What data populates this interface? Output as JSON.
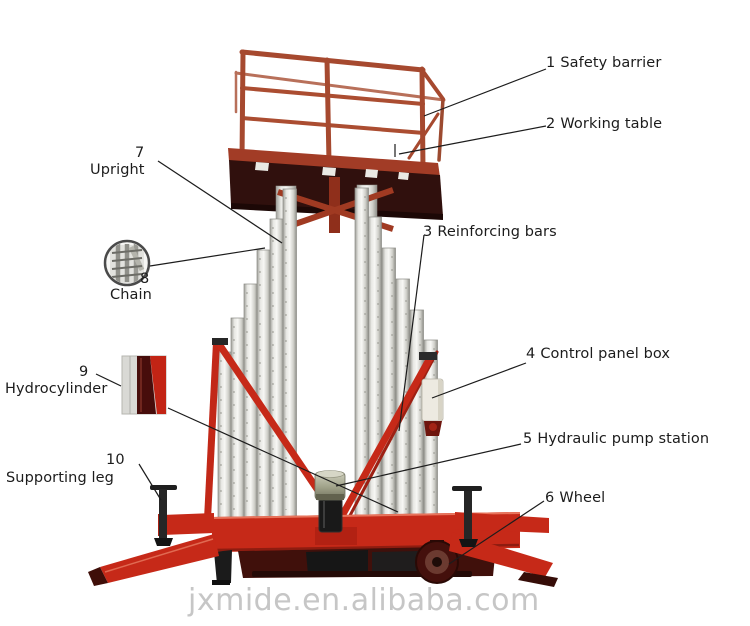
{
  "figure": {
    "type": "labeled-product-diagram",
    "subject": "double-mast aluminum aerial work platform (hydraulic lift)"
  },
  "callouts": [
    {
      "num": "1",
      "label": "Safety barrier"
    },
    {
      "num": "2",
      "label": "Working table"
    },
    {
      "num": "3",
      "label": "Reinforcing bars"
    },
    {
      "num": "4",
      "label": "Control panel box"
    },
    {
      "num": "5",
      "label": "Hydraulic pump station"
    },
    {
      "num": "6",
      "label": "Wheel"
    },
    {
      "num": "7",
      "label": "Upright"
    },
    {
      "num": "8",
      "label": "Chain"
    },
    {
      "num": "9",
      "label": "Hydrocylinder"
    },
    {
      "num": "10",
      "label": "Supporting leg"
    }
  ],
  "watermark": "jxmide.en.alibaba.com",
  "colors": {
    "machine_red": "#c62918",
    "barrier_red": "#a6492f",
    "platform_dark": "#30100d",
    "mast_silver": "#d9d9d5",
    "label_text": "#1c1c1c",
    "watermark_gray": "#c6c6c6"
  }
}
